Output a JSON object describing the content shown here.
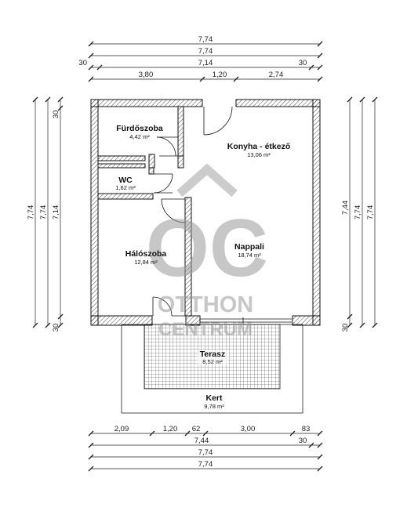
{
  "dimensions": {
    "top": {
      "row1": "7,74",
      "row2": "7,74",
      "row3": [
        "30",
        "7,14",
        "30"
      ],
      "row4": [
        "3,80",
        "1,20",
        "2,74"
      ]
    },
    "bottom": {
      "row1": [
        "2,09",
        "1,20",
        "62",
        "3,00",
        "83"
      ],
      "row2": [
        "7,44",
        "30"
      ],
      "row3": "7,74",
      "row4": "7,74"
    },
    "left": {
      "outer": "7,74",
      "mid": "7,74",
      "inner": "7,14",
      "inner_top": "30",
      "inner_bottom": "30"
    },
    "right": {
      "inner": "7,44",
      "inner_bottom": "30",
      "mid": "7,74",
      "outer": "7,74"
    }
  },
  "rooms": [
    {
      "name": "Fürdőszoba",
      "area": "4,42 m²"
    },
    {
      "name": "WC",
      "area": "1,62 m²"
    },
    {
      "name": "Hálószoba",
      "area": "12,84 m²"
    },
    {
      "name": "Konyha - étkező",
      "area": "13,06 m²"
    },
    {
      "name": "Nappali",
      "area": "18,74 m²"
    },
    {
      "name": "Terasz",
      "area": "8,52 m²"
    },
    {
      "name": "Kert",
      "area": "9,78 m²"
    }
  ],
  "watermark": {
    "monogram": "OC",
    "line1": "OTTHON",
    "line2": "CENTRUM"
  }
}
